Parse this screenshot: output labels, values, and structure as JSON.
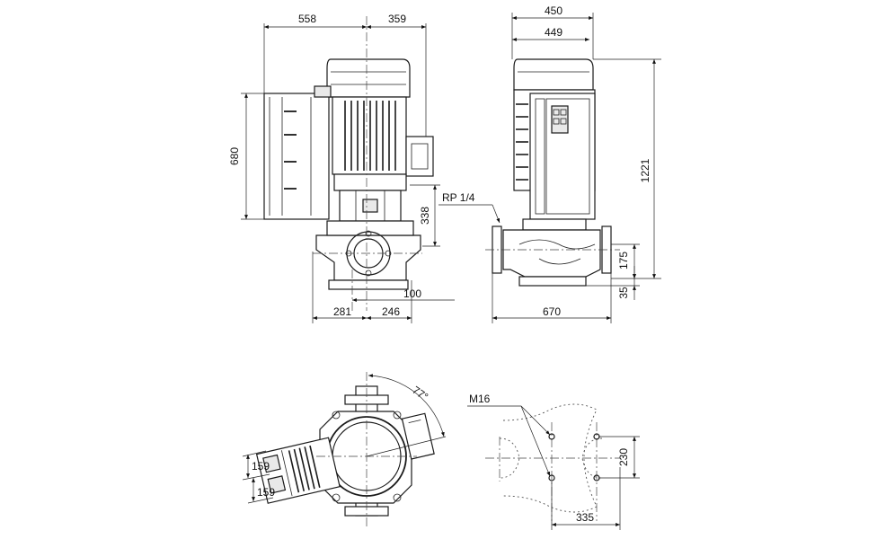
{
  "dimensions": {
    "front_width_left": "558",
    "front_width_right": "359",
    "front_height_motor": "680",
    "front_height_lower": "338",
    "front_base_left": "281",
    "front_base_right": "246",
    "front_offset": "100",
    "side_width_top": "450",
    "side_width_second": "449",
    "side_height_total": "1221",
    "side_height_port": "175",
    "side_height_base": "35",
    "side_base_width": "670",
    "top_angle": "77°",
    "top_box_1": "159",
    "top_box_2": "159",
    "bolt_height": "230",
    "bolt_width": "335"
  },
  "labels": {
    "port_thread": "RP 1/4",
    "bolt_thread": "M16"
  }
}
